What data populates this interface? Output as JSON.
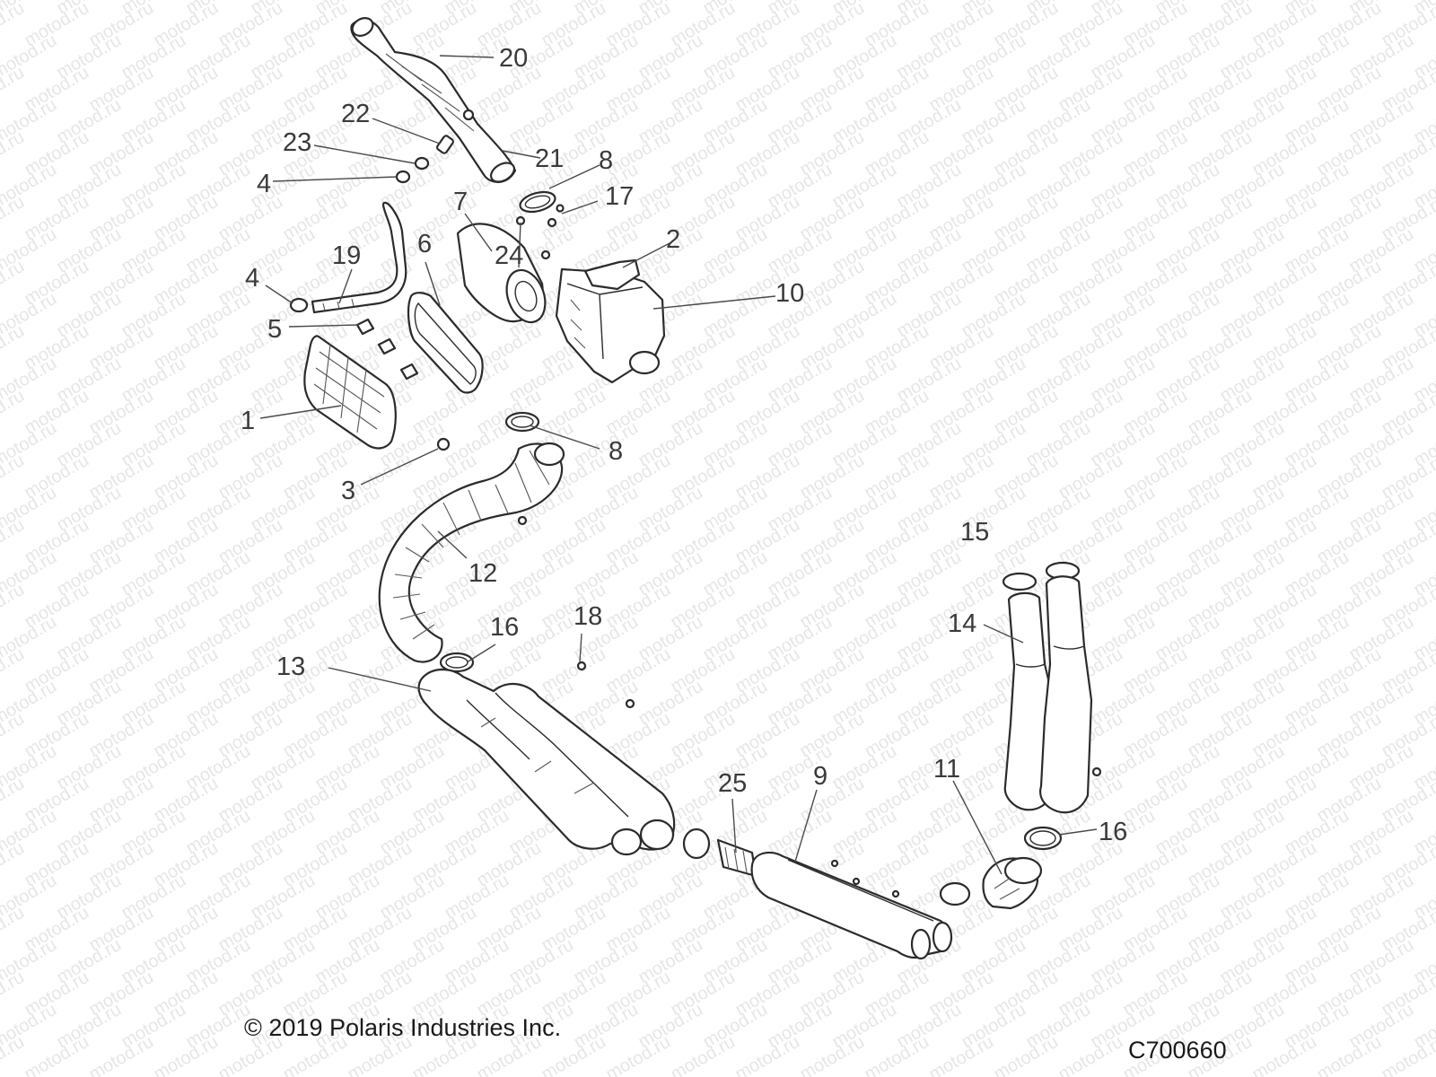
{
  "watermark": {
    "text": "motod.ru",
    "color": "#e6e6e6"
  },
  "copyright": "© 2019 Polaris Industries Inc.",
  "diagram_code": "C700660",
  "callouts": [
    {
      "id": "c20",
      "label": "20"
    },
    {
      "id": "c22",
      "label": "22"
    },
    {
      "id": "c23",
      "label": "23"
    },
    {
      "id": "c21",
      "label": "21"
    },
    {
      "id": "c8a",
      "label": "8"
    },
    {
      "id": "c4a",
      "label": "4"
    },
    {
      "id": "c17",
      "label": "17"
    },
    {
      "id": "c7",
      "label": "7"
    },
    {
      "id": "c2",
      "label": "2"
    },
    {
      "id": "c6",
      "label": "6"
    },
    {
      "id": "c24",
      "label": "24"
    },
    {
      "id": "c19",
      "label": "19"
    },
    {
      "id": "c10",
      "label": "10"
    },
    {
      "id": "c4b",
      "label": "4"
    },
    {
      "id": "c5",
      "label": "5"
    },
    {
      "id": "c1",
      "label": "1"
    },
    {
      "id": "c8b",
      "label": "8"
    },
    {
      "id": "c3",
      "label": "3"
    },
    {
      "id": "c12",
      "label": "12"
    },
    {
      "id": "c15",
      "label": "15"
    },
    {
      "id": "c18",
      "label": "18"
    },
    {
      "id": "c16a",
      "label": "16"
    },
    {
      "id": "c14",
      "label": "14"
    },
    {
      "id": "c13",
      "label": "13"
    },
    {
      "id": "c25",
      "label": "25"
    },
    {
      "id": "c9",
      "label": "9"
    },
    {
      "id": "c11",
      "label": "11"
    },
    {
      "id": "c16b",
      "label": "16"
    }
  ]
}
